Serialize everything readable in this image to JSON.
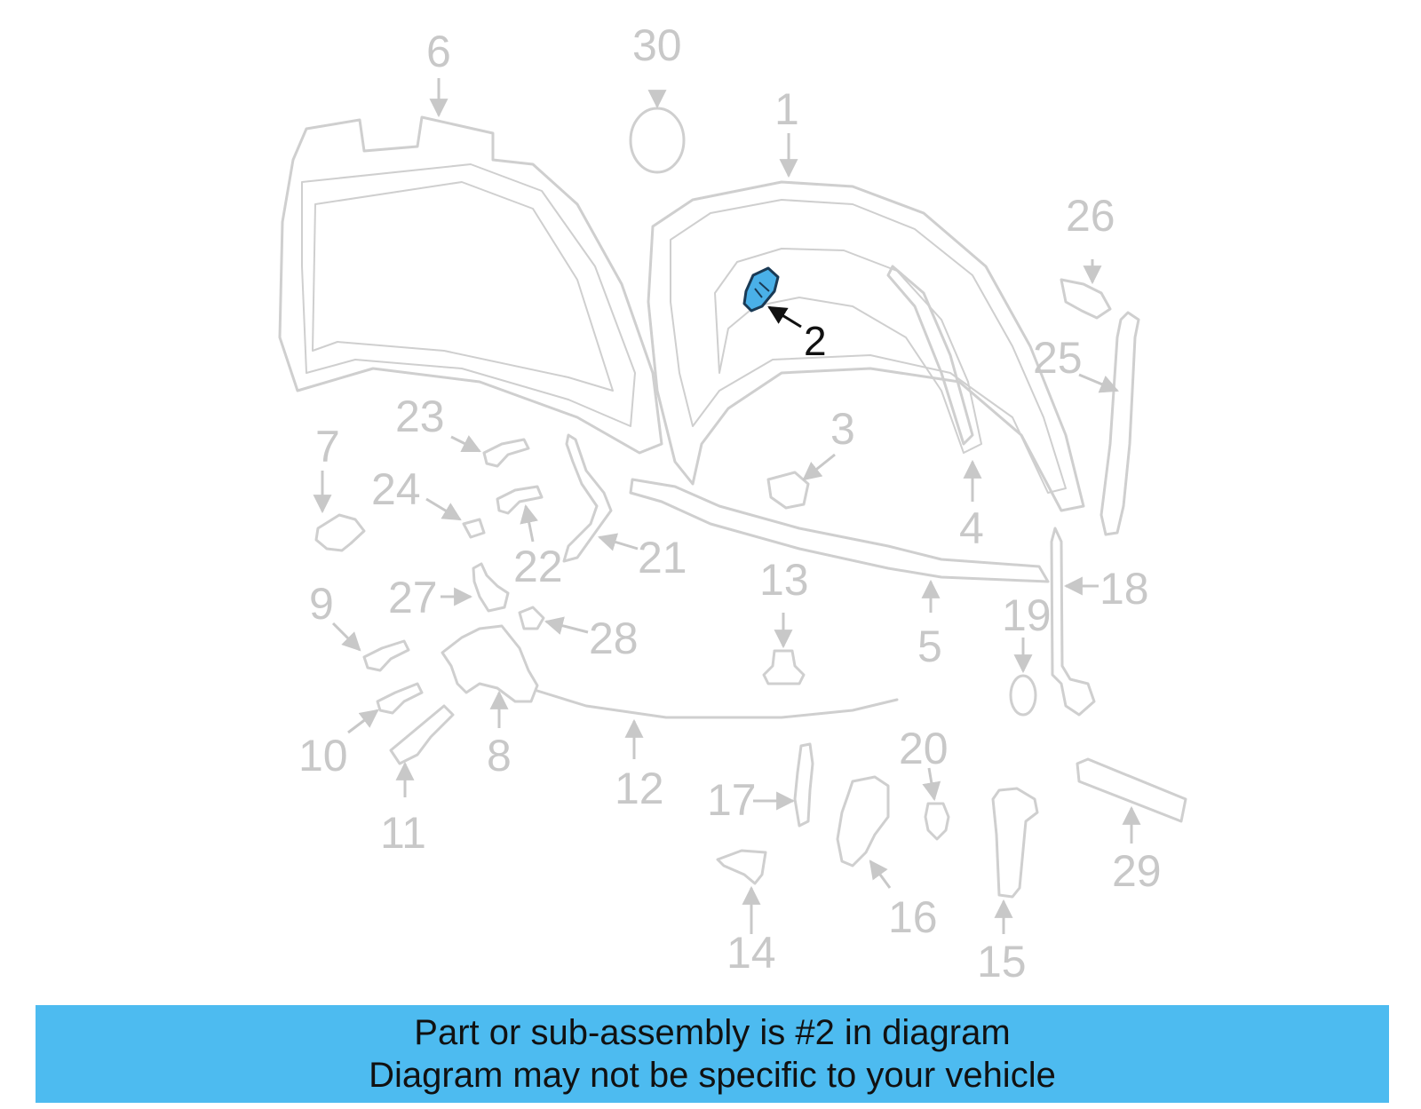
{
  "colors": {
    "highlight_fill": "#4ab0e8",
    "banner_bg": "#4dbbf0",
    "inactive": "#c8c8c8",
    "active": "#111111"
  },
  "callouts": {
    "c1": "1",
    "c2": "2",
    "c3": "3",
    "c4": "4",
    "c5": "5",
    "c6": "6",
    "c7": "7",
    "c8": "8",
    "c9": "9",
    "c10": "10",
    "c11": "11",
    "c12": "12",
    "c13": "13",
    "c14": "14",
    "c15": "15",
    "c16": "16",
    "c17": "17",
    "c18": "18",
    "c19": "19",
    "c20": "20",
    "c21": "21",
    "c22": "22",
    "c23": "23",
    "c24": "24",
    "c25": "25",
    "c26": "26",
    "c27": "27",
    "c28": "28",
    "c29": "29",
    "c30": "30"
  },
  "highlighted_part": "2",
  "banner": {
    "line1": "Part or sub-assembly is #2 in diagram",
    "line2": "Diagram may not be specific to your vehicle"
  }
}
